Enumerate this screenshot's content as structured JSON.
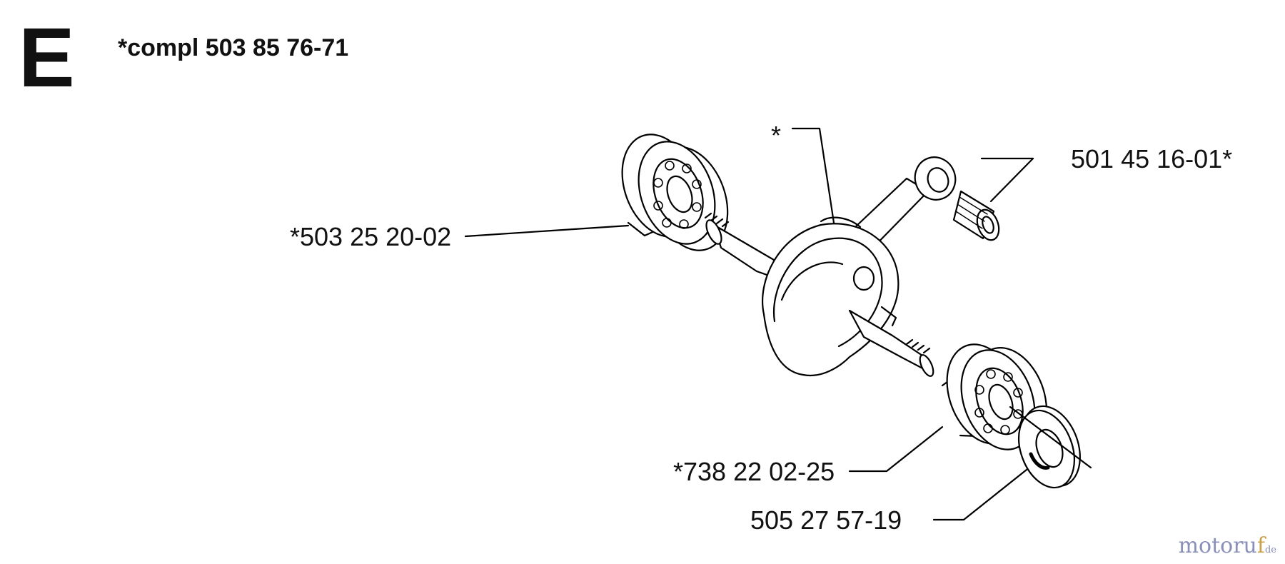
{
  "section": {
    "letter": "E"
  },
  "assembly": {
    "title": "*compl 503 85 76-71"
  },
  "parts": [
    {
      "id": "crankshaft",
      "label": "*"
    },
    {
      "id": "bearing-left",
      "label": "*503 25 20-02"
    },
    {
      "id": "needle-bearing",
      "label": "501 45 16-01*"
    },
    {
      "id": "bearing-right",
      "label": "*738 22 02-25"
    },
    {
      "id": "seal-ring",
      "label": "505 27 57-19"
    }
  ],
  "watermark": {
    "text_part1": "motoru",
    "text_part2": "f",
    "suffix": "de",
    "color1": "#8a8fb8",
    "color2": "#c9a04a"
  }
}
